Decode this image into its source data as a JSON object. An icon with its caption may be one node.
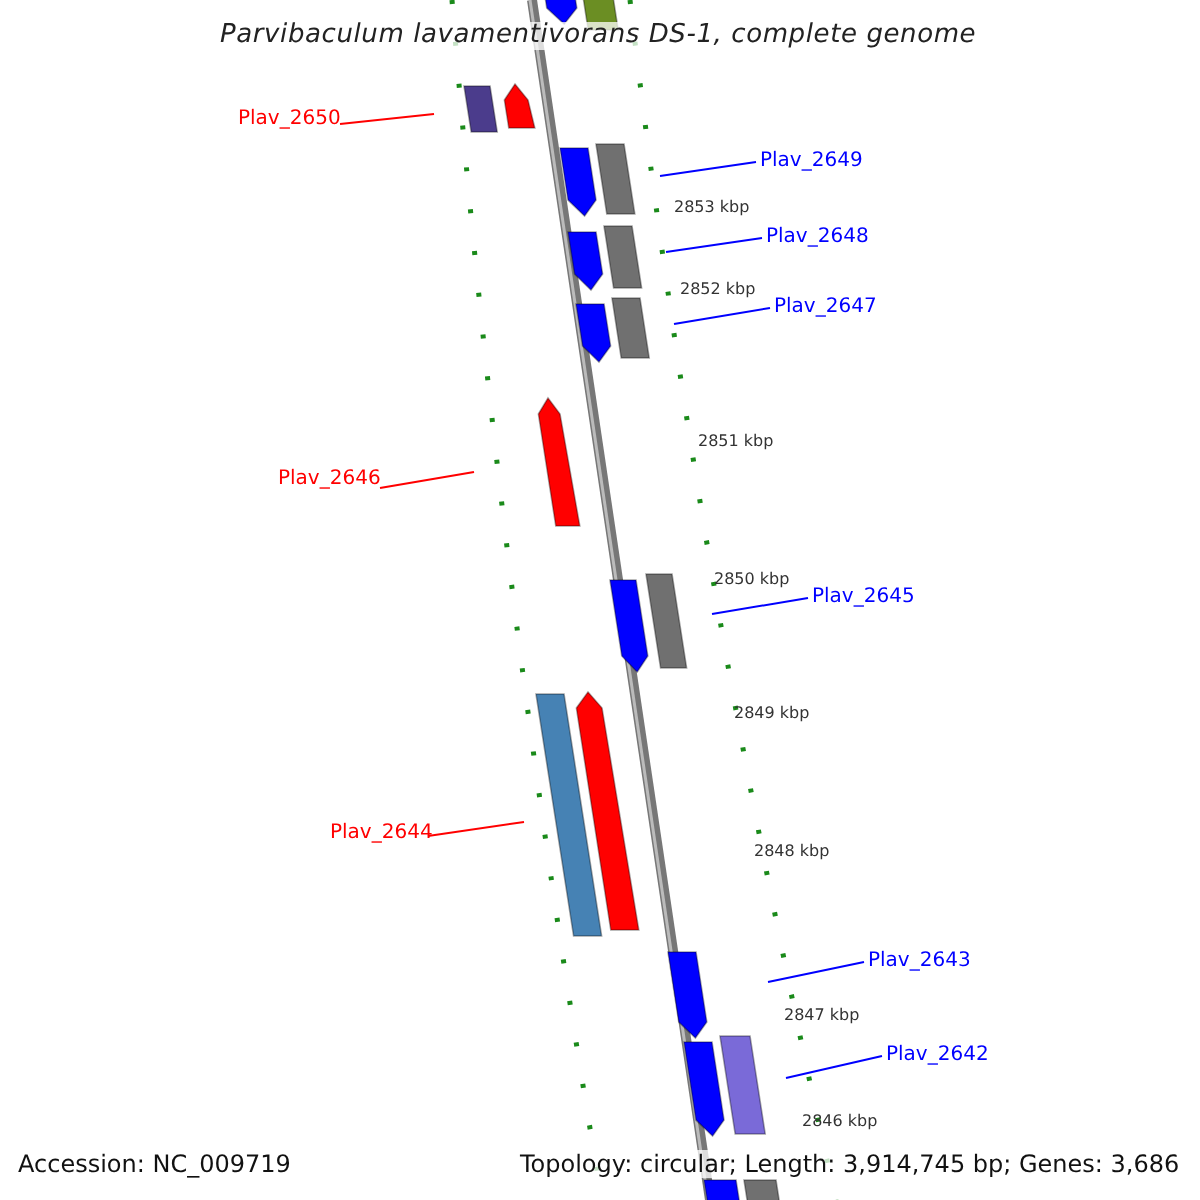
{
  "diagram": {
    "title": "Parvibaculum lavamentivorans DS-1, complete genome",
    "nodes": [
      {
        "text": [
          "Plav_2650"
        ]
      },
      {
        "text": [
          "Plav_2649"
        ]
      },
      {
        "text": [
          "Plav_2648"
        ]
      },
      {
        "text": [
          "Plav_2647"
        ]
      },
      {
        "text": [
          "Plav_2646"
        ]
      },
      {
        "text": [
          "Plav_2645"
        ]
      },
      {
        "text": [
          "Plav_2644"
        ]
      },
      {
        "text": [
          "Plav_2643"
        ]
      },
      {
        "text": [
          "Plav_2642"
        ]
      }
    ],
    "edges": [
      {
        "from": 0,
        "to": null,
        "arrow": "none",
        "color": "#ff0000"
      },
      {
        "from": 1,
        "to": null,
        "arrow": "none"
      },
      {
        "from": 2,
        "to": null,
        "arrow": "none"
      },
      {
        "from": 3,
        "to": null,
        "arrow": "none"
      },
      {
        "from": 4,
        "to": null,
        "arrow": "none",
        "color": "#ff0000"
      },
      {
        "from": 5,
        "to": null,
        "arrow": "none"
      },
      {
        "from": 6,
        "to": null,
        "arrow": "none",
        "color": "#ff0000"
      },
      {
        "from": 7,
        "to": null,
        "arrow": "none"
      },
      {
        "from": 8,
        "to": null,
        "arrow": "none"
      }
    ],
    "labels": [
      "2853 kbp",
      "2852 kbp",
      "2851 kbp",
      "2850 kbp",
      "2849 kbp",
      "2848 kbp",
      "2847 kbp",
      "2846 kbp",
      "Accession: NC_009719",
      "Topology: circular; Length: 3,914,745 bp; Genes: 3,686"
    ]
  }
}
